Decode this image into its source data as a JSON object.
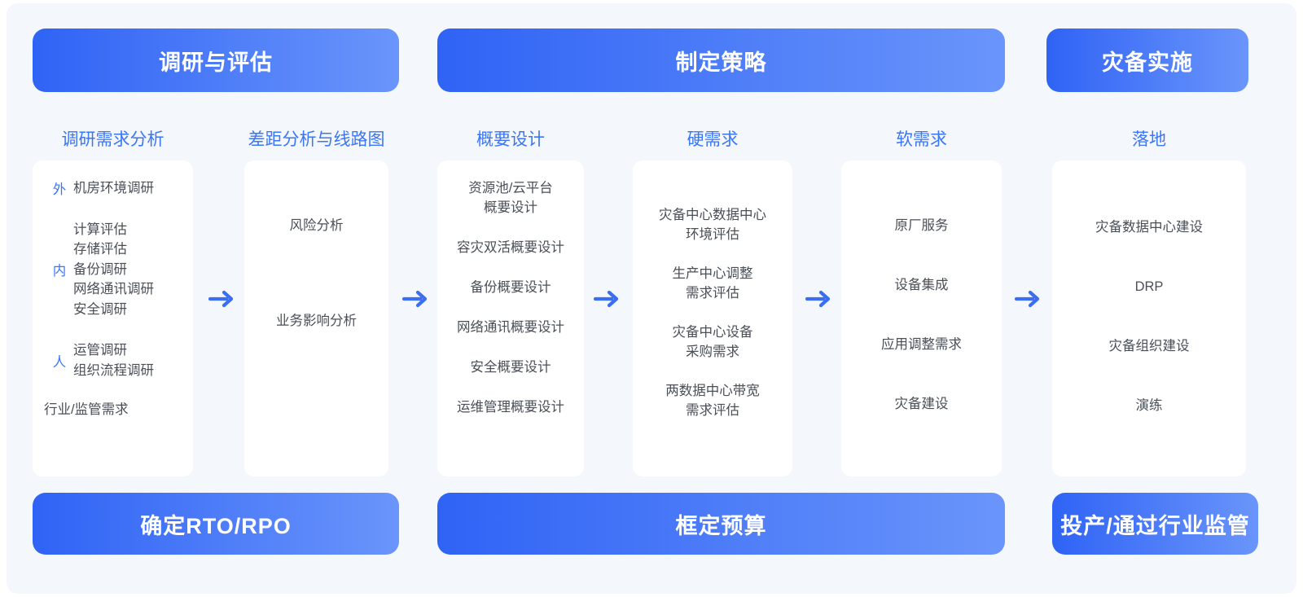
{
  "theme": {
    "page_bg": "#ffffff",
    "frame_bg": "#f4f7fb",
    "card_bg": "#ffffff",
    "accent_blue": "#3b76f6",
    "banner_gradient_from": "#2f63f5",
    "banner_gradient_to": "#6a95fb",
    "body_text": "#4a4f58",
    "arrow_color": "#3b6ef0"
  },
  "phases": [
    {
      "label": "调研与评估"
    },
    {
      "label": "制定策略"
    },
    {
      "label": "灾备实施"
    }
  ],
  "outcomes": [
    {
      "label": "确定RTO/RPO"
    },
    {
      "label": "框定预算"
    },
    {
      "label": "投产/通过行业监管"
    }
  ],
  "columns": [
    {
      "title": "调研需求分析",
      "kind": "grouped",
      "groups": [
        {
          "tag": "外",
          "items": [
            "机房环境调研"
          ]
        },
        {
          "tag": "内",
          "items": [
            "计算评估",
            "存储评估",
            "备份调研",
            "网络通讯调研",
            "安全调研"
          ]
        },
        {
          "tag": "人",
          "items": [
            "运管调研",
            "组织流程调研"
          ]
        }
      ],
      "footer": "行业/监管需求"
    },
    {
      "title": "差距分析与线路图",
      "kind": "stack",
      "items": [
        "风险分析",
        "业务影响分析"
      ]
    },
    {
      "title": "概要设计",
      "kind": "stack",
      "items": [
        "资源池/云平台\n概要设计",
        "容灾双活概要设计",
        "备份概要设计",
        "网络通讯概要设计",
        "安全概要设计",
        "运维管理概要设计"
      ]
    },
    {
      "title": "硬需求",
      "kind": "stack",
      "items": [
        "灾备中心数据中心\n环境评估",
        "生产中心调整\n需求评估",
        "灾备中心设备\n采购需求",
        "两数据中心带宽\n需求评估"
      ]
    },
    {
      "title": "软需求",
      "kind": "stack",
      "items": [
        "原厂服务",
        "设备集成",
        "应用调整需求",
        "灾备建设"
      ]
    },
    {
      "title": "落地",
      "kind": "stack",
      "items": [
        "灾备数据中心建设",
        "DRP",
        "灾备组织建设",
        "演练"
      ]
    }
  ],
  "arrows": [
    {
      "name": "arrow-col1-to-col2"
    },
    {
      "name": "arrow-col2-to-col3"
    },
    {
      "name": "arrow-col3-to-col4"
    },
    {
      "name": "arrow-col4-to-col5"
    },
    {
      "name": "arrow-col5-to-col6"
    }
  ]
}
